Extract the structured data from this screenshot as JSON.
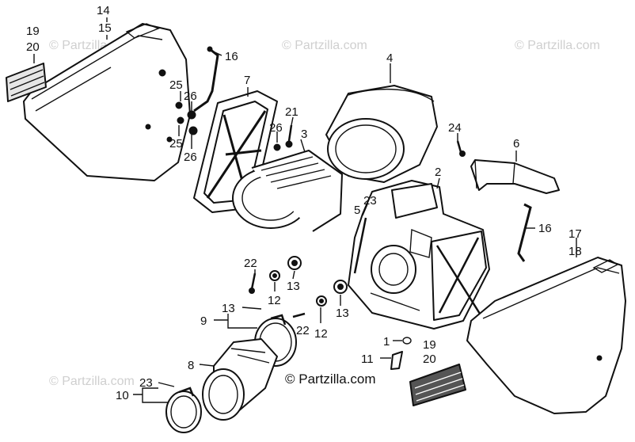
{
  "watermark": "© Partzilla.com",
  "copyright": "© Partzilla.com",
  "callouts": [
    "14",
    "15",
    "19",
    "20",
    "16",
    "7",
    "4",
    "25",
    "26",
    "25",
    "26",
    "21",
    "26",
    "3",
    "24",
    "6",
    "2",
    "5",
    "23",
    "16",
    "17",
    "18",
    "22",
    "12",
    "13",
    "13",
    "22",
    "12",
    "13",
    "9",
    "1",
    "11",
    "19",
    "20",
    "8",
    "23",
    "10"
  ]
}
